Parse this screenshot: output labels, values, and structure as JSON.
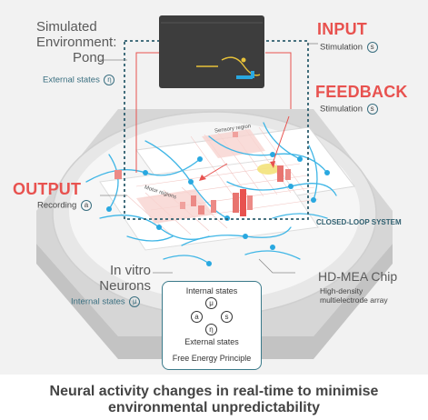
{
  "labels": {
    "simulated_env": [
      "Simulated",
      "Environment:",
      "Pong"
    ],
    "external_states": "External states",
    "external_symbol": "η",
    "input_title": "INPUT",
    "input_sub": "Stimulation",
    "input_symbol": "s",
    "feedback_title": "FEEDBACK",
    "feedback_sub": "Stimulation",
    "feedback_symbol": "s",
    "output_title": "OUTPUT",
    "output_sub": "Recording",
    "output_symbol": "a",
    "sensory_region": "Sensory region",
    "motor_regions": "Motor regions",
    "closed_loop": "CLOSED-LOOP SYSTEM",
    "in_vitro": [
      "In vitro",
      "Neurons"
    ],
    "internal_states": "Internal states",
    "internal_symbol": "μ",
    "hdmea_title": "HD-MEA Chip",
    "hdmea_sub": [
      "High-density",
      "multielectrode array"
    ],
    "fep_internal": "Internal states",
    "fep_external": "External states",
    "fep_title": "Free Energy Principle",
    "fep_nodes": {
      "mu": "μ",
      "a": "a",
      "s": "s",
      "eta": "η"
    }
  },
  "headline": [
    "Neural activity changes in real-time to minimise",
    "environmental unpredictability"
  ],
  "colors": {
    "accent_red": "#e8524f",
    "teal": "#2f5f6f",
    "neuron_blue": "#3fb6e6",
    "screen_dark": "#3d3d3d",
    "paddle_blue": "#29a8e0",
    "ball_yellow": "#e8c23a"
  }
}
